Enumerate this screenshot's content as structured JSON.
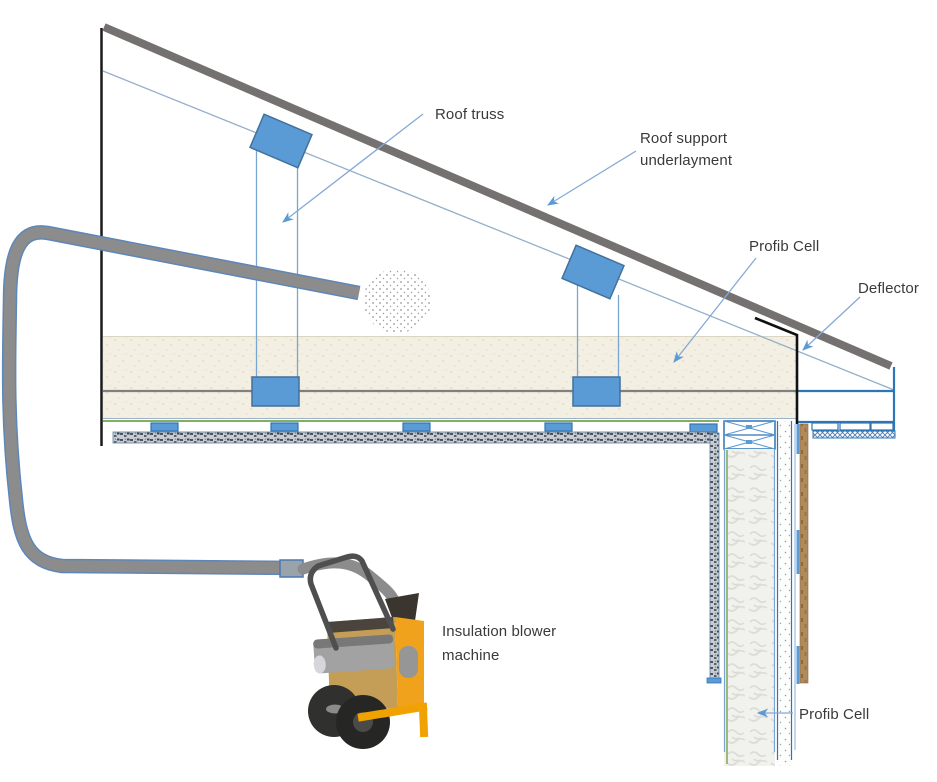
{
  "labels": {
    "roof_truss": "Roof truss",
    "roof_support_underlayment": "Roof support underlayment",
    "profib_cell_roof": "Profib Cell",
    "deflector": "Deflector",
    "insulation_blower_machine": "Insulation blower machine",
    "profib_cell_wall": "Profib Cell"
  },
  "colors": {
    "truss_blue": "#5b9bd5",
    "structure_blue": "#2e75b6",
    "leader_blue": "#85a9d6",
    "beam_gray": "#767171",
    "hose_gray": "#8c8c8c",
    "insulation_beige": "#f4efe3",
    "membrane_green": "#84ae62",
    "machine_yellow": "#c49d56",
    "machine_orange": "#f0a21c",
    "wood_brown": "#b18a5c",
    "deflector_black": "#111111"
  }
}
